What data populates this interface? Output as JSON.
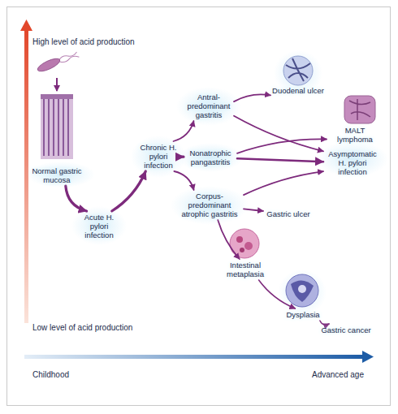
{
  "diagram": {
    "nodes": [
      {
        "text": [
          "Normal gastric mucosa"
        ]
      },
      {
        "text": [
          "Acute H. pylori infection"
        ]
      },
      {
        "text": [
          "Chronic H. pylori infection"
        ]
      },
      {
        "text": [
          "Antral-predominant gastritis"
        ]
      },
      {
        "text": [
          "Duodenal ulcer"
        ]
      },
      {
        "text": [
          "MALT lymphoma"
        ]
      },
      {
        "text": [
          "Nonatrophic pangastritis"
        ]
      },
      {
        "text": [
          "Asymptomatic H. pylori infection"
        ]
      },
      {
        "text": [
          "Corpus-predominant atrophic gastritis"
        ]
      },
      {
        "text": [
          "Gastric ulcer"
        ]
      },
      {
        "text": [
          "Intestinal metaplasia"
        ]
      },
      {
        "text": [
          "Dysplasia"
        ]
      },
      {
        "text": [
          "Gastric cancer"
        ]
      }
    ],
    "edges": [
      {
        "from": 0,
        "to": 1,
        "arrow": "to"
      },
      {
        "from": 1,
        "to": 2,
        "arrow": "to"
      },
      {
        "from": 2,
        "to": 3,
        "arrow": "to"
      },
      {
        "from": 2,
        "to": 6,
        "arrow": "to"
      },
      {
        "from": 2,
        "to": 8,
        "arrow": "to"
      },
      {
        "from": 3,
        "to": 4,
        "arrow": "to"
      },
      {
        "from": 3,
        "to": 7,
        "arrow": "to"
      },
      {
        "from": 6,
        "to": 5,
        "arrow": "to"
      },
      {
        "from": 6,
        "to": 7,
        "arrow": "to"
      },
      {
        "from": 8,
        "to": 7,
        "arrow": "to"
      },
      {
        "from": 8,
        "to": 9,
        "arrow": "to"
      },
      {
        "from": 8,
        "to": 10,
        "arrow": "to"
      },
      {
        "from": 10,
        "to": 11,
        "arrow": "to"
      },
      {
        "from": 11,
        "to": 12,
        "arrow": "to"
      }
    ],
    "labels": [
      "High level of acid production",
      "Low level of acid production",
      "Childhood",
      "Advanced age"
    ]
  }
}
